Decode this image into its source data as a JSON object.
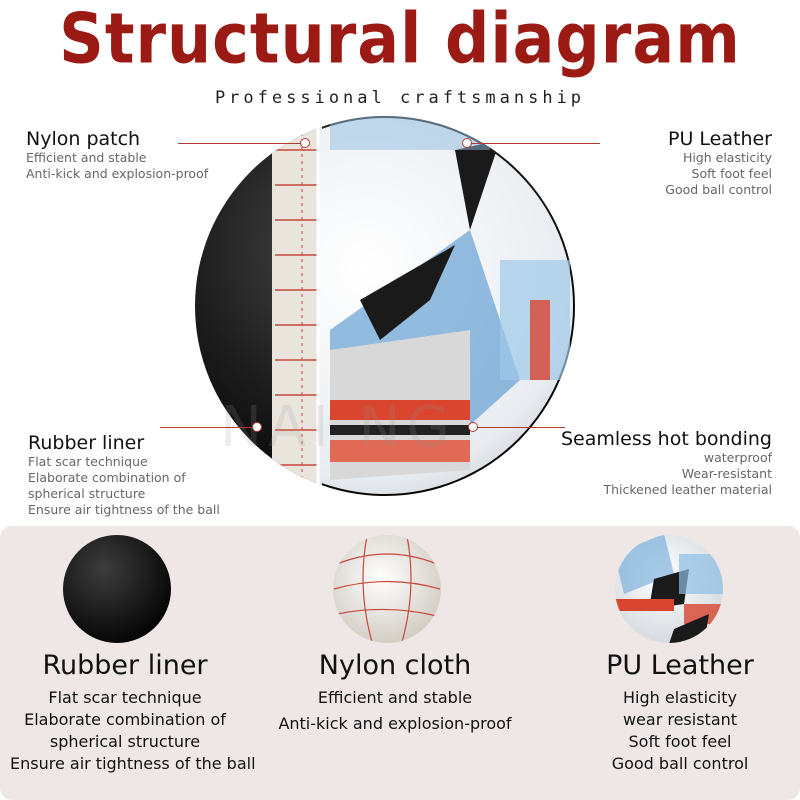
{
  "title": "Structural diagram",
  "subtitle": "Professional craftsmanship",
  "watermark": "NAI  NG",
  "callouts": {
    "nylon_patch": {
      "head": "Nylon patch",
      "lines": [
        "Efficient and stable",
        "Anti-kick and explosion-proof"
      ]
    },
    "pu_leather": {
      "head": "PU Leather",
      "lines": [
        "High elasticity",
        "Soft foot feel",
        "Good ball control"
      ]
    },
    "rubber_liner": {
      "head": "Rubber liner",
      "lines": [
        "Flat scar technique",
        "Elaborate combination of",
        "spherical structure",
        "Ensure air tightness of the ball"
      ]
    },
    "seamless": {
      "head": "Seamless hot bonding",
      "lines": [
        "waterproof",
        "Wear-resistant",
        "Thickened leather material"
      ]
    }
  },
  "bottom": {
    "rubber": {
      "head": "Rubber liner",
      "lines": [
        "Flat scar technique",
        "Elaborate combination of",
        "spherical structure",
        "Ensure air tightness of the ball"
      ]
    },
    "nylon": {
      "head": "Nylon cloth",
      "lines": [
        "Efficient and stable",
        "Anti-kick and explosion-proof"
      ]
    },
    "pu": {
      "head": "PU Leather",
      "lines": [
        "High elasticity",
        "wear resistant",
        "Soft foot feel",
        "Good ball control"
      ]
    }
  },
  "colors": {
    "title": "#9c1a14",
    "leader": "#b33a30",
    "panel": "#efe7e6"
  }
}
